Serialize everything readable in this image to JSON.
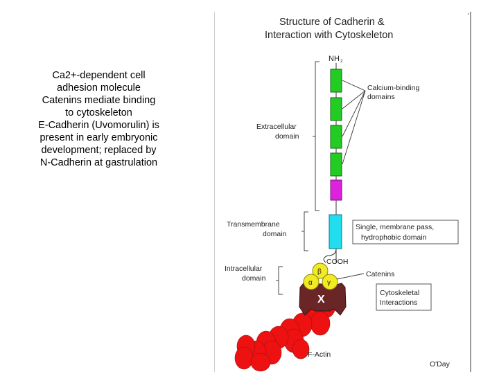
{
  "notes": {
    "lines": [
      "Ca2+-dependent cell",
      "adhesion molecule",
      "Catenins mediate binding",
      "to cytoskeleton",
      "E-Cadherin (Uvomorulin) is",
      "present in early embryonic",
      "development; replaced by",
      "N-Cadherin at gastrulation"
    ]
  },
  "figure": {
    "title_line1": "Structure of Cadherin &",
    "title_line2": "Interaction with Cytoskeleton",
    "nh_label": "NH",
    "nh_subscript": "2",
    "calcium_label_line1": "Calcium-binding",
    "calcium_label_line2": "domains",
    "extracellular_line1": "Extracellular",
    "extracellular_line2": "domain",
    "transmembrane_line1": "Transmembrane",
    "transmembrane_line2": "domain",
    "single_pass_line1": "Single, membrane pass,",
    "single_pass_line2": "hydrophobic domain",
    "cooh_label": "COOH",
    "intracellular_line1": "Intracellular",
    "intracellular_line2": "domain",
    "catenins_label": "Catenins",
    "beta_symbol": "β",
    "alpha_symbol": "α",
    "gamma_symbol": "γ",
    "x_label": "X",
    "cytoskeletal_line1": "Cytoskeletal",
    "cytoskeletal_line2": "Interactions",
    "factin_label": "F-Actin",
    "credit": "O'Day"
  },
  "colors": {
    "calcium_domain": "#22cc22",
    "magenta_domain": "#dd22dd",
    "transmembrane": "#22ddee",
    "catenin": "#f2ea22",
    "linker_protein": "#6a2626",
    "actin": "#ee1111"
  }
}
